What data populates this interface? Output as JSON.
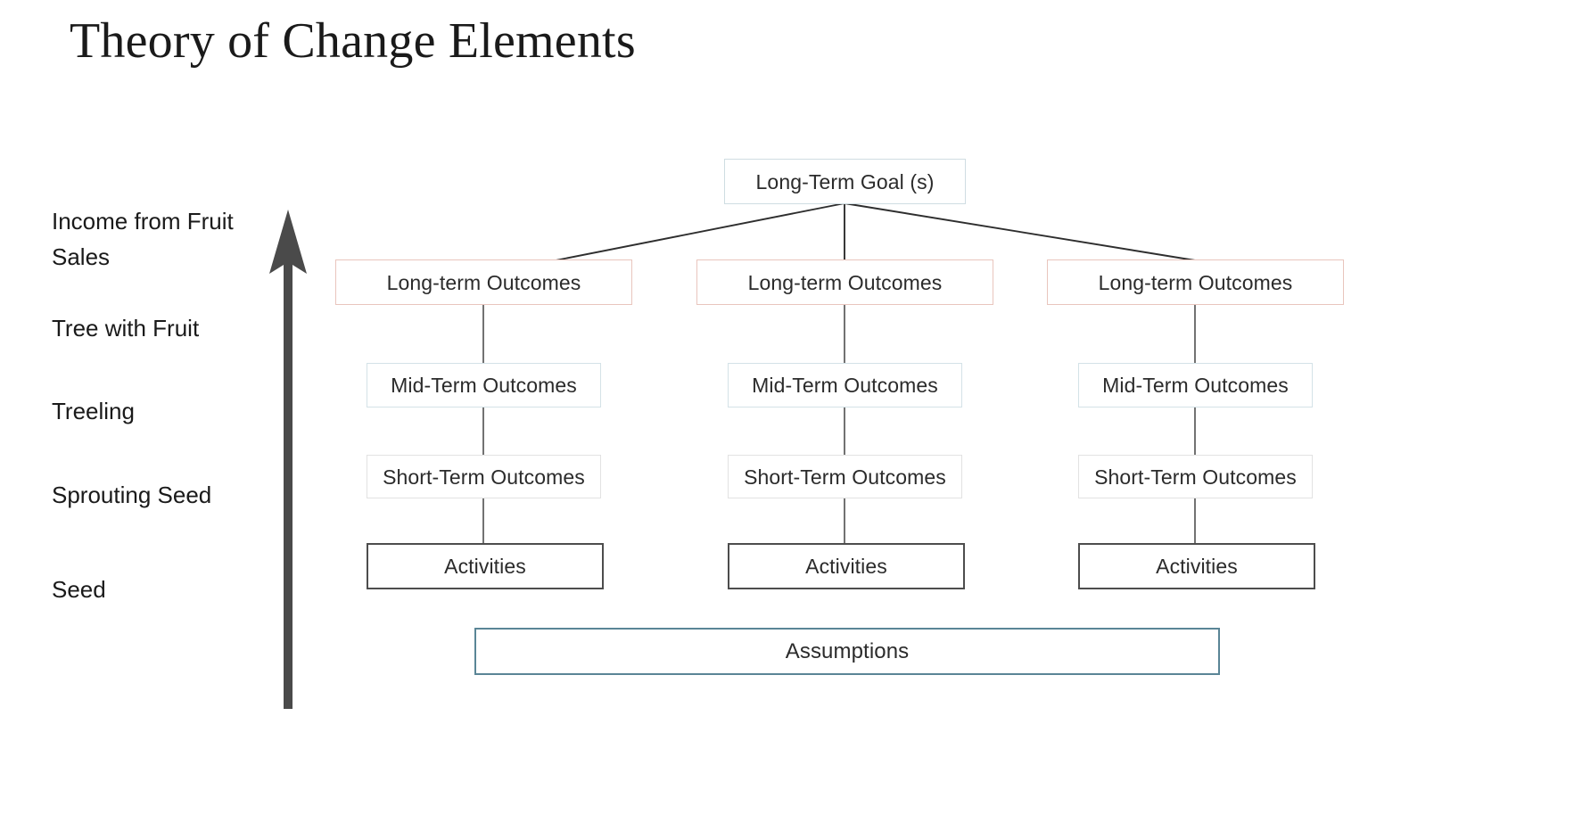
{
  "page": {
    "title": "Theory of Change Elements",
    "background_color": "#ffffff"
  },
  "colors": {
    "goal_border": "#cfdde2",
    "longterm_border": "#e9c5bd",
    "midterm_border": "#d4e2e7",
    "shortterm_border": "#e2e2e2",
    "activities_border": "#4d4d4d",
    "assumptions_border": "#5a8596",
    "arrow_fill": "#4a4a4a",
    "connector_line": "#3a3a3a",
    "text": "#2b2b2b"
  },
  "growth_ladder": {
    "arrow_name": "upward-growth-arrow",
    "direction": "up",
    "stages": [
      {
        "label": "Income from Fruit\nSales"
      },
      {
        "label": "Tree with Fruit"
      },
      {
        "label": "Treeling"
      },
      {
        "label": "Sprouting Seed"
      },
      {
        "label": "Seed"
      }
    ]
  },
  "diagram": {
    "goal": {
      "label": "Long-Term Goal (s)"
    },
    "row_labels": {
      "longterm": "Long-term Outcomes",
      "midterm": "Mid-Term Outcomes",
      "shortterm": "Short-Term Outcomes",
      "activities": "Activities"
    },
    "columns": [
      {
        "longterm": "Long-term Outcomes",
        "midterm": "Mid-Term Outcomes",
        "shortterm": "Short-Term Outcomes",
        "activities": "Activities"
      },
      {
        "longterm": "Long-term Outcomes",
        "midterm": "Mid-Term Outcomes",
        "shortterm": "Short-Term Outcomes",
        "activities": "Activities"
      },
      {
        "longterm": "Long-term Outcomes",
        "midterm": "Mid-Term Outcomes",
        "shortterm": "Short-Term Outcomes",
        "activities": "Activities"
      }
    ],
    "assumptions": {
      "label": "Assumptions"
    }
  }
}
